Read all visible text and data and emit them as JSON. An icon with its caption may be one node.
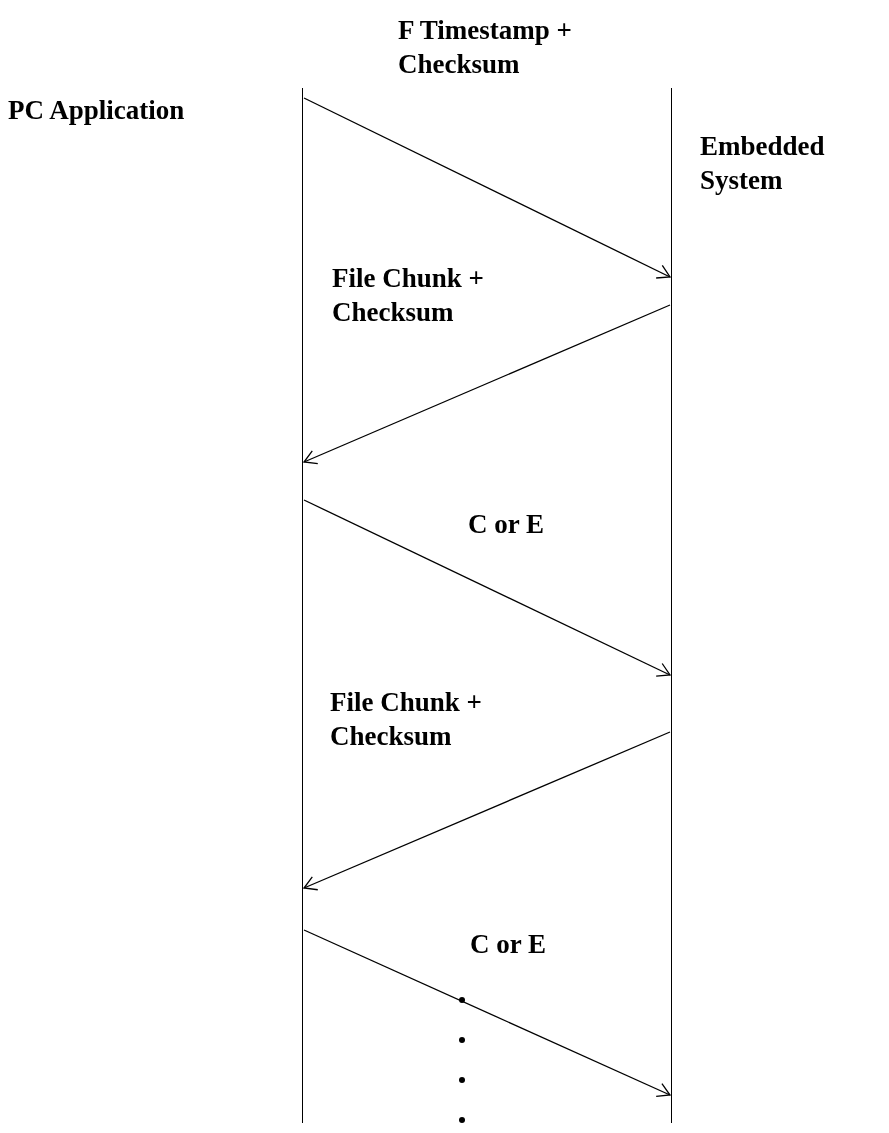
{
  "diagram": {
    "nodes": [
      {
        "text": [
          "PC Application"
        ]
      },
      {
        "text": [
          "Embedded System"
        ]
      }
    ],
    "edges": [
      {
        "from": 0,
        "to": 1,
        "arrow": "to",
        "label": "F Timestamp + Checksum"
      },
      {
        "from": 1,
        "to": 0,
        "arrow": "to",
        "label": "File Chunk + Checksum"
      },
      {
        "from": 0,
        "to": 1,
        "arrow": "to",
        "label": "C or E"
      },
      {
        "from": 1,
        "to": 0,
        "arrow": "to",
        "label": "File Chunk + Checksum"
      },
      {
        "from": 0,
        "to": 1,
        "arrow": "to",
        "label": "C or E"
      }
    ]
  }
}
